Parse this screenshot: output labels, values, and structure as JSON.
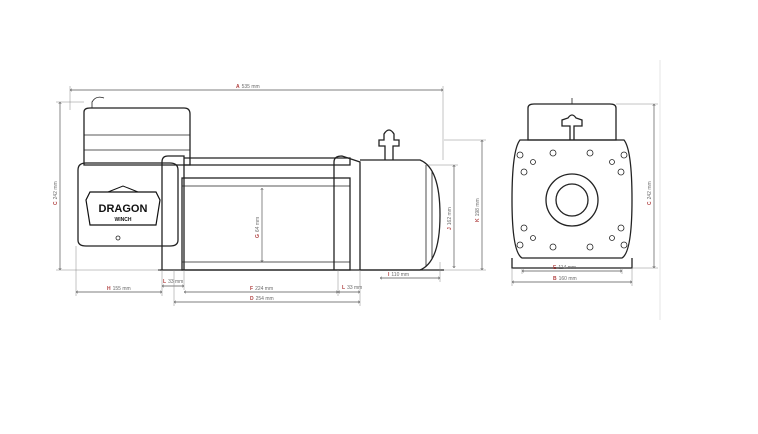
{
  "logo": {
    "line1": "DRAGON",
    "line2": "WINCH"
  },
  "dimensions": {
    "A": {
      "letter": "A",
      "value": "535 mm"
    },
    "C_left": {
      "letter": "C",
      "value": "242 mm"
    },
    "C_right": {
      "letter": "C",
      "value": "242 mm"
    },
    "G": {
      "letter": "G",
      "value": "64 mm"
    },
    "J": {
      "letter": "J",
      "value": "162 mm"
    },
    "K": {
      "letter": "K",
      "value": "198 mm"
    },
    "L_left": {
      "letter": "L",
      "value": "33 mm"
    },
    "L_right": {
      "letter": "L",
      "value": "33 mm"
    },
    "I": {
      "letter": "I",
      "value": "110 mm"
    },
    "H": {
      "letter": "H",
      "value": "155 mm"
    },
    "F": {
      "letter": "F",
      "value": "224 mm"
    },
    "D": {
      "letter": "D",
      "value": "254 mm"
    },
    "E": {
      "letter": "E",
      "value": "114 mm"
    },
    "B": {
      "letter": "B",
      "value": "160 mm"
    }
  }
}
